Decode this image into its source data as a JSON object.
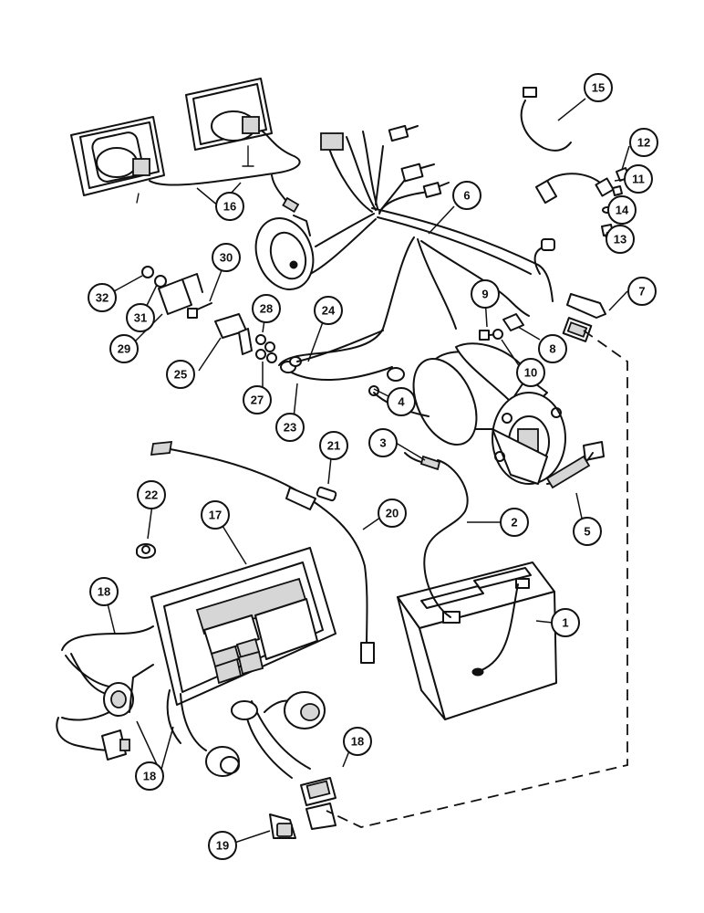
{
  "callouts": [
    {
      "id": "c1",
      "label": "1"
    },
    {
      "id": "c2",
      "label": "2"
    },
    {
      "id": "c3",
      "label": "3"
    },
    {
      "id": "c4",
      "label": "4"
    },
    {
      "id": "c5",
      "label": "5"
    },
    {
      "id": "c6",
      "label": "6"
    },
    {
      "id": "c7",
      "label": "7"
    },
    {
      "id": "c8",
      "label": "8"
    },
    {
      "id": "c9",
      "label": "9"
    },
    {
      "id": "c10",
      "label": "10"
    },
    {
      "id": "c11",
      "label": "11"
    },
    {
      "id": "c12",
      "label": "12"
    },
    {
      "id": "c13",
      "label": "13"
    },
    {
      "id": "c14",
      "label": "14"
    },
    {
      "id": "c15",
      "label": "15"
    },
    {
      "id": "c16",
      "label": "16"
    },
    {
      "id": "c17",
      "label": "17"
    },
    {
      "id": "c18a",
      "label": "18"
    },
    {
      "id": "c18b",
      "label": "18"
    },
    {
      "id": "c18c",
      "label": "18"
    },
    {
      "id": "c19",
      "label": "19"
    },
    {
      "id": "c20",
      "label": "20"
    },
    {
      "id": "c21",
      "label": "21"
    },
    {
      "id": "c22",
      "label": "22"
    },
    {
      "id": "c23",
      "label": "23"
    },
    {
      "id": "c24",
      "label": "24"
    },
    {
      "id": "c25",
      "label": "25"
    },
    {
      "id": "c27",
      "label": "27"
    },
    {
      "id": "c28",
      "label": "28"
    },
    {
      "id": "c29",
      "label": "29"
    },
    {
      "id": "c30",
      "label": "30"
    },
    {
      "id": "c31",
      "label": "31"
    },
    {
      "id": "c32",
      "label": "32"
    }
  ]
}
